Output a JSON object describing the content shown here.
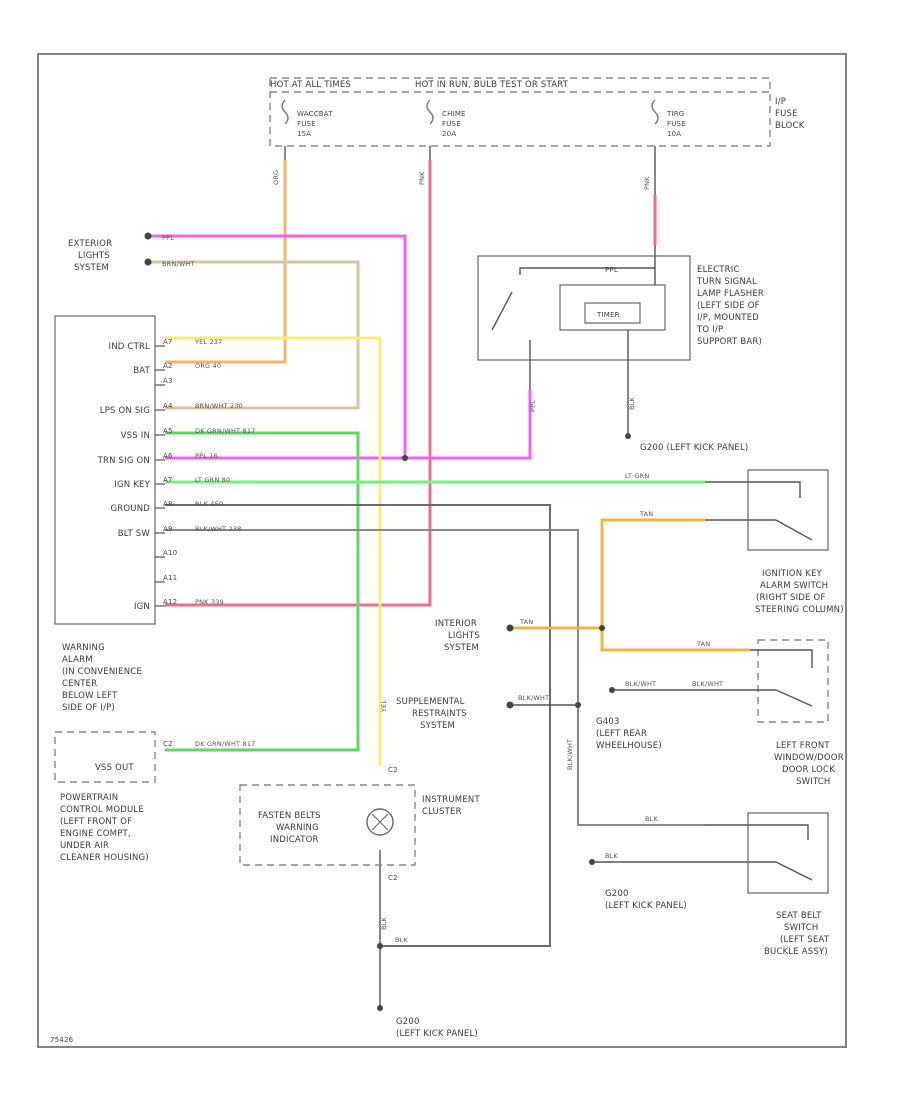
{
  "fuse_block": {
    "hot_left": "HOT AT ALL TIMES",
    "hot_right": "HOT IN RUN, BULB TEST OR START",
    "fuse1": [
      "WACCBAT",
      "FUSE",
      "15A"
    ],
    "fuse2": [
      "CHIME",
      "FUSE",
      "20A"
    ],
    "fuse3": [
      "TIRG",
      "FUSE",
      "10A"
    ],
    "block_label": [
      "I/P",
      "FUSE",
      "BLOCK"
    ],
    "wire1": "ORG",
    "wire2": "PNK",
    "wire3": "PNK"
  },
  "flasher": {
    "label": [
      "ELECTRIC",
      "TURN SIGNAL",
      "LAMP FLASHER",
      "(LEFT SIDE OF",
      "I/P, MOUNTED",
      "TO I/P",
      "SUPPORT BAR)"
    ],
    "timer": "TIMER",
    "pin_top": "PPL",
    "wire_left": "PPL",
    "wire_bottom": "BLK",
    "ground": "G200 (LEFT KICK PANEL)"
  },
  "exterior_lights": {
    "label": [
      "EXTERIOR",
      "LIGHTS",
      "SYSTEM"
    ],
    "wire1": "PPL",
    "wire2": "BRN/WHT"
  },
  "chime_module": {
    "pins": [
      {
        "name": "IND CTRL",
        "pin": "A7",
        "wire": "YEL 237"
      },
      {
        "name": "BAT",
        "pin": "A2",
        "wire": "ORG 40"
      },
      {
        "name": "",
        "pin": "A3",
        "wire": ""
      },
      {
        "name": "LPS ON SIG",
        "pin": "A4",
        "wire": "BRN/WHT 230"
      },
      {
        "name": "VSS IN",
        "pin": "A5",
        "wire": "DK GRN/WHT 817"
      },
      {
        "name": "TRN SIG ON",
        "pin": "A6",
        "wire": "PPL 16"
      },
      {
        "name": "IGN KEY",
        "pin": "A7",
        "wire": "LT GRN 80"
      },
      {
        "name": "GROUND",
        "pin": "A8",
        "wire": "BLK 450"
      },
      {
        "name": "BLT SW",
        "pin": "A9",
        "wire": "BLK/WHT 238"
      },
      {
        "name": "",
        "pin": "A10",
        "wire": ""
      },
      {
        "name": "",
        "pin": "A11",
        "wire": ""
      },
      {
        "name": "IGN",
        "pin": "A12",
        "wire": "PNK 339"
      }
    ],
    "label": [
      "WARNING",
      "ALARM",
      "(IN CONVENIENCE",
      "CENTER",
      "BELOW LEFT",
      "SIDE OF I/P)"
    ]
  },
  "pcm": {
    "pin_name": "VSS OUT",
    "pin": "C2",
    "wire": "DK GRN/WHT 817",
    "label": [
      "POWERTRAIN",
      "CONTROL MODULE",
      "(LEFT FRONT OF",
      "ENGINE COMPT,",
      "UNDER AIR",
      "CLEANER HOUSING)"
    ]
  },
  "cluster": {
    "indicator": [
      "FASTEN BELTS",
      "WARNING",
      "INDICATOR"
    ],
    "label": [
      "INSTRUMENT",
      "CLUSTER"
    ],
    "pin_top": "C2",
    "pin_bottom": "C2",
    "wire_top": "YEL",
    "wire_bottom": "BLK",
    "ground_wire": "BLK",
    "ground": [
      "G200",
      "(LEFT KICK PANEL)"
    ]
  },
  "ignition_switch": {
    "label": [
      "IGNITION KEY",
      "ALARM SWITCH",
      "(RIGHT SIDE OF",
      "STEERING COLUMN)"
    ],
    "wire1": "LT GRN",
    "wire2": "TAN"
  },
  "interior_lights": {
    "label": [
      "INTERIOR",
      "LIGHTS",
      "SYSTEM"
    ],
    "wire": "TAN"
  },
  "restraints": {
    "label": [
      "SUPPLEMENTAL",
      "RESTRAINTS",
      "SYSTEM"
    ],
    "wire": "BLK/WHT"
  },
  "g403": {
    "label": [
      "G403",
      "(LEFT REAR",
      "WHEELHOUSE)"
    ],
    "wire": "BLK/WHT"
  },
  "door_switch": {
    "label": [
      "LEFT FRONT",
      "WINDOW/DOOR",
      "DOOR LOCK",
      "SWITCH"
    ],
    "wire1": "TAN",
    "wire2a": "BLK/WHT",
    "wire2b": "BLK/WHT"
  },
  "seat_belt": {
    "label": [
      "SEAT BELT",
      "SWITCH",
      "(LEFT SEAT",
      "BUCKLE ASSY)"
    ],
    "wire1": "BLK",
    "wire2": "BLK",
    "ground": [
      "G200",
      "(LEFT KICK PANEL)"
    ]
  },
  "footer": "75426",
  "colors": {
    "orange": "#f6b46a",
    "pink": "#f06c8c",
    "magenta": "#ee62ee",
    "tan": "#d6c4a4",
    "yellow": "#f2f070",
    "green": "#5ed85e",
    "lightgreen": "#74f474",
    "gold": "#ecb640",
    "black": "#555555",
    "gray": "#8a8a8a"
  }
}
